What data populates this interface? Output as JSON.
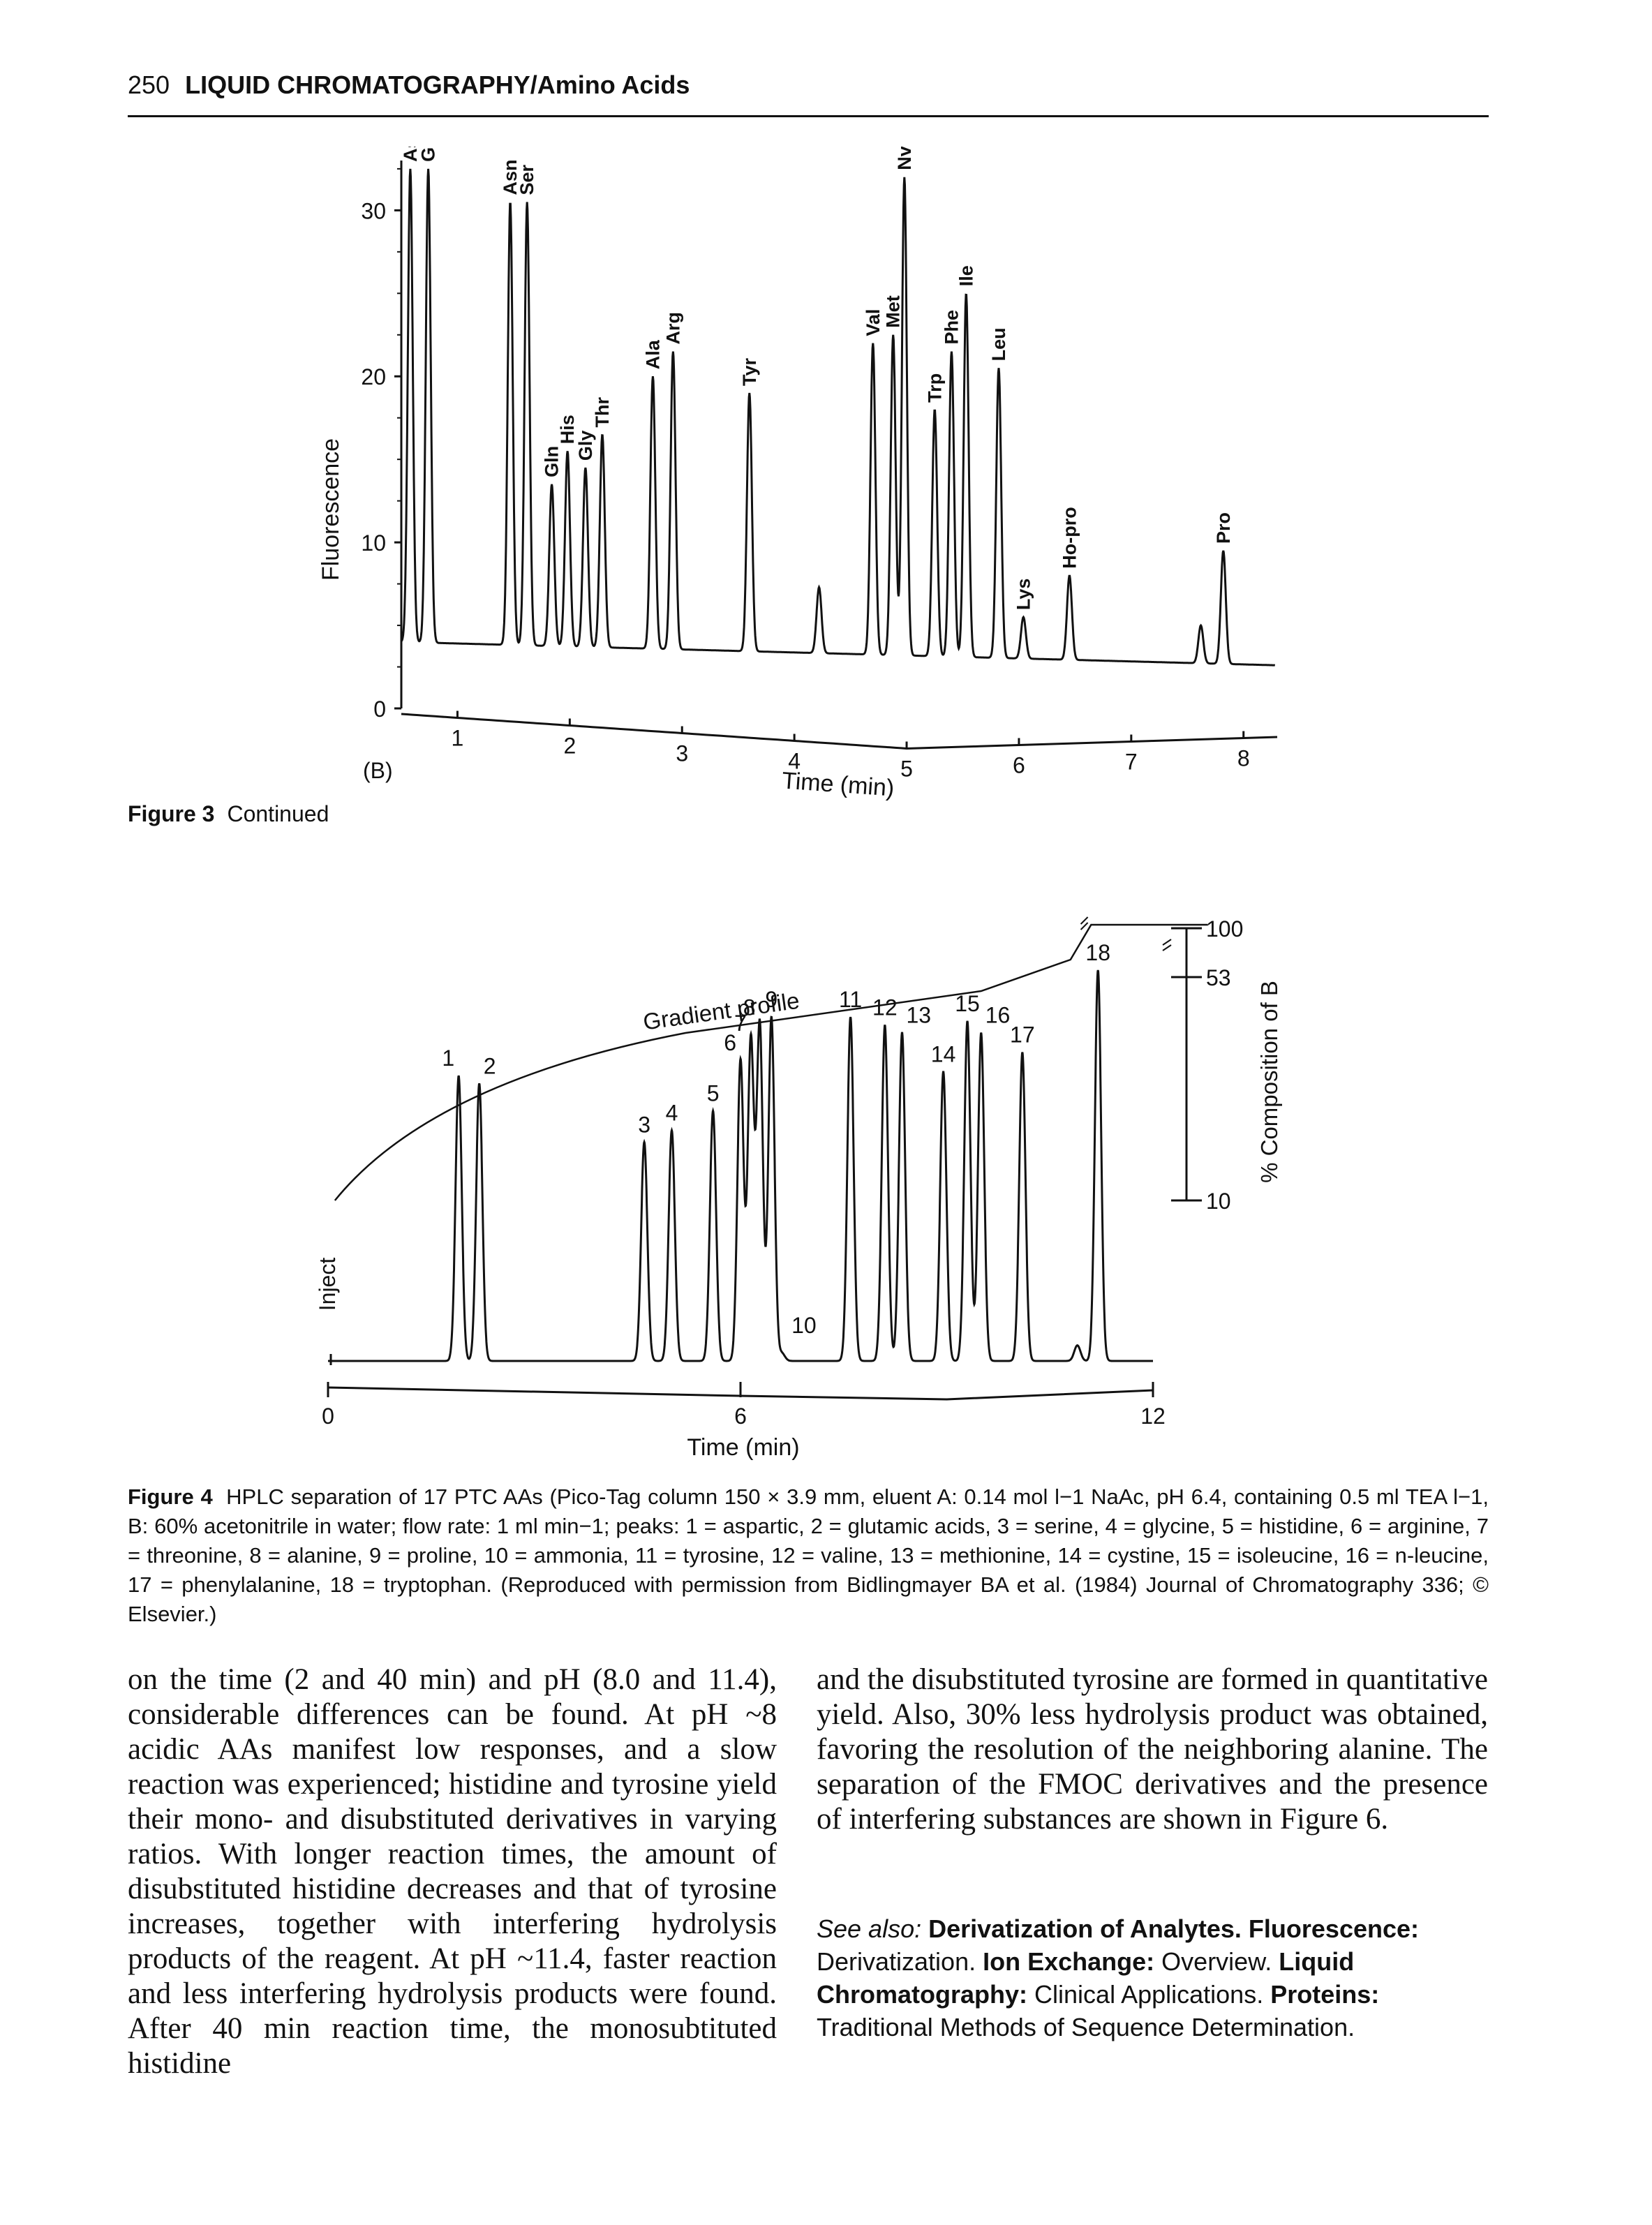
{
  "running_head": {
    "page_number": "250",
    "title": "LIQUID CHROMATOGRAPHY/Amino Acids"
  },
  "figure3": {
    "panel_label": "(B)",
    "caption_label": "Figure 3",
    "caption_text": "Continued",
    "chart_data": {
      "type": "line",
      "ylabel": "Fluorescence",
      "xlabel": "Time (min)",
      "xlim": [
        0.5,
        8.3
      ],
      "ylim": [
        0,
        33
      ],
      "x_ticks": [
        "1",
        "2",
        "3",
        "4",
        "5",
        "6",
        "7",
        "8"
      ],
      "y_ticks": [
        "0",
        "10",
        "20",
        "30"
      ],
      "peaks": [
        {
          "name": "Asp",
          "x": 0.58,
          "y": 32.5
        },
        {
          "name": "Glu",
          "x": 0.74,
          "y": 32.5
        },
        {
          "name": "Asn",
          "x": 1.47,
          "y": 30.5
        },
        {
          "name": "Ser",
          "x": 1.62,
          "y": 30.5
        },
        {
          "name": "Gln",
          "x": 1.84,
          "y": 13.5
        },
        {
          "name": "His",
          "x": 1.98,
          "y": 15.5
        },
        {
          "name": "Gly",
          "x": 2.14,
          "y": 14.5
        },
        {
          "name": "Thr",
          "x": 2.29,
          "y": 16.5
        },
        {
          "name": "Ala",
          "x": 2.74,
          "y": 20.0
        },
        {
          "name": "Arg",
          "x": 2.92,
          "y": 21.5
        },
        {
          "name": "Tyr",
          "x": 3.6,
          "y": 19.0
        },
        {
          "name": "Val",
          "x": 4.7,
          "y": 22.0
        },
        {
          "name": "Met",
          "x": 4.88,
          "y": 22.5
        },
        {
          "name": "Nval",
          "x": 4.98,
          "y": 32.0
        },
        {
          "name": "Trp",
          "x": 5.25,
          "y": 18.0
        },
        {
          "name": "Phe",
          "x": 5.4,
          "y": 21.5
        },
        {
          "name": "Ile",
          "x": 5.53,
          "y": 25.0
        },
        {
          "name": "Leu",
          "x": 5.82,
          "y": 20.5
        },
        {
          "name": "Lys",
          "x": 6.04,
          "y": 5.5
        },
        {
          "name": "Ho-pro",
          "x": 6.45,
          "y": 8.0
        },
        {
          "name": "Pro",
          "x": 7.82,
          "y": 9.5
        }
      ]
    }
  },
  "figure4": {
    "chart_data": {
      "type": "line",
      "xlabel": "Time (min)",
      "xlim": [
        0,
        12
      ],
      "x_ticks": [
        "0",
        "6",
        "12"
      ],
      "inject_label": "Inject",
      "gradient_label": "Gradient profile",
      "right_axis_label": "% Composition of B",
      "right_axis_ticks": [
        "100",
        "53",
        "10"
      ],
      "peaks": [
        {
          "label": "1",
          "x": 1.9,
          "y": 0.73
        },
        {
          "label": "2",
          "x": 2.2,
          "y": 0.71
        },
        {
          "label": "3",
          "x": 4.6,
          "y": 0.56
        },
        {
          "label": "4",
          "x": 5.0,
          "y": 0.59
        },
        {
          "label": "5",
          "x": 5.6,
          "y": 0.64
        },
        {
          "label": "6",
          "x": 6.0,
          "y": 0.77
        },
        {
          "label": "7",
          "x": 6.15,
          "y": 0.82
        },
        {
          "label": "8",
          "x": 6.28,
          "y": 0.86
        },
        {
          "label": "9",
          "x": 6.45,
          "y": 0.88
        },
        {
          "label": "10",
          "x": 6.6,
          "y": 0.02
        },
        {
          "label": "11",
          "x": 7.6,
          "y": 0.88
        },
        {
          "label": "12",
          "x": 8.1,
          "y": 0.86
        },
        {
          "label": "13",
          "x": 8.35,
          "y": 0.84
        },
        {
          "label": "14",
          "x": 8.95,
          "y": 0.74
        },
        {
          "label": "15",
          "x": 9.3,
          "y": 0.87
        },
        {
          "label": "16",
          "x": 9.5,
          "y": 0.84
        },
        {
          "label": "17",
          "x": 10.1,
          "y": 0.79
        },
        {
          "label": "18",
          "x": 11.2,
          "y": 1.0
        }
      ]
    },
    "caption": {
      "label": "Figure 4",
      "text": "HPLC separation of 17 PTC AAs (Pico-Tag column 150 × 3.9 mm, eluent A: 0.14 mol l−1 NaAc, pH 6.4, containing 0.5 ml TEA l−1, B: 60% acetonitrile in water; flow rate: 1 ml min−1; peaks: 1 = aspartic, 2 = glutamic acids, 3 = serine, 4 = glycine, 5 = histidine, 6 = arginine, 7 = threonine, 8 = alanine, 9 = proline, 10 = ammonia, 11 = tyrosine, 12 = valine, 13 = methionine, 14 = cystine, 15 = isoleucine, 16 = n-leucine, 17 = phenylalanine, 18 = tryptophan. (Reproduced with permission from Bidlingmayer BA et al. (1984) Journal of Chromatography 336; © Elsevier.)"
    }
  },
  "body": {
    "left_column": "on the time (2 and 40 min) and pH (8.0 and 11.4), considerable differences can be found. At pH ~8 acidic AAs manifest low responses, and a slow reaction was experienced; histidine and tyrosine yield their mono- and disubstituted derivatives in varying ratios. With longer reaction times, the amount of disubstituted histidine decreases and that of tyrosine increases, together with interfering hydrolysis products of the reagent. At pH ~11.4, faster reaction and less interfering hydrolysis products were found. After 40 min reaction time, the monosubtituted histidine",
    "right_column": "and the disubstituted tyrosine are formed in quantitative yield. Also, 30% less hydrolysis product was obtained, favoring the resolution of the neighboring alanine. The separation of the FMOC derivatives and the presence of interfering substances are shown in Figure 6."
  },
  "see_also": {
    "label": "See also:",
    "items": [
      {
        "bold": "Derivatization of Analytes.",
        "plain": ""
      },
      {
        "bold": "Fluorescence:",
        "plain": "Derivatization."
      },
      {
        "bold": "Ion Exchange:",
        "plain": "Overview."
      },
      {
        "bold": "Liquid Chromatography:",
        "plain": "Clinical Applications."
      },
      {
        "bold": "Proteins:",
        "plain": "Traditional Methods of Sequence Determination."
      }
    ]
  }
}
